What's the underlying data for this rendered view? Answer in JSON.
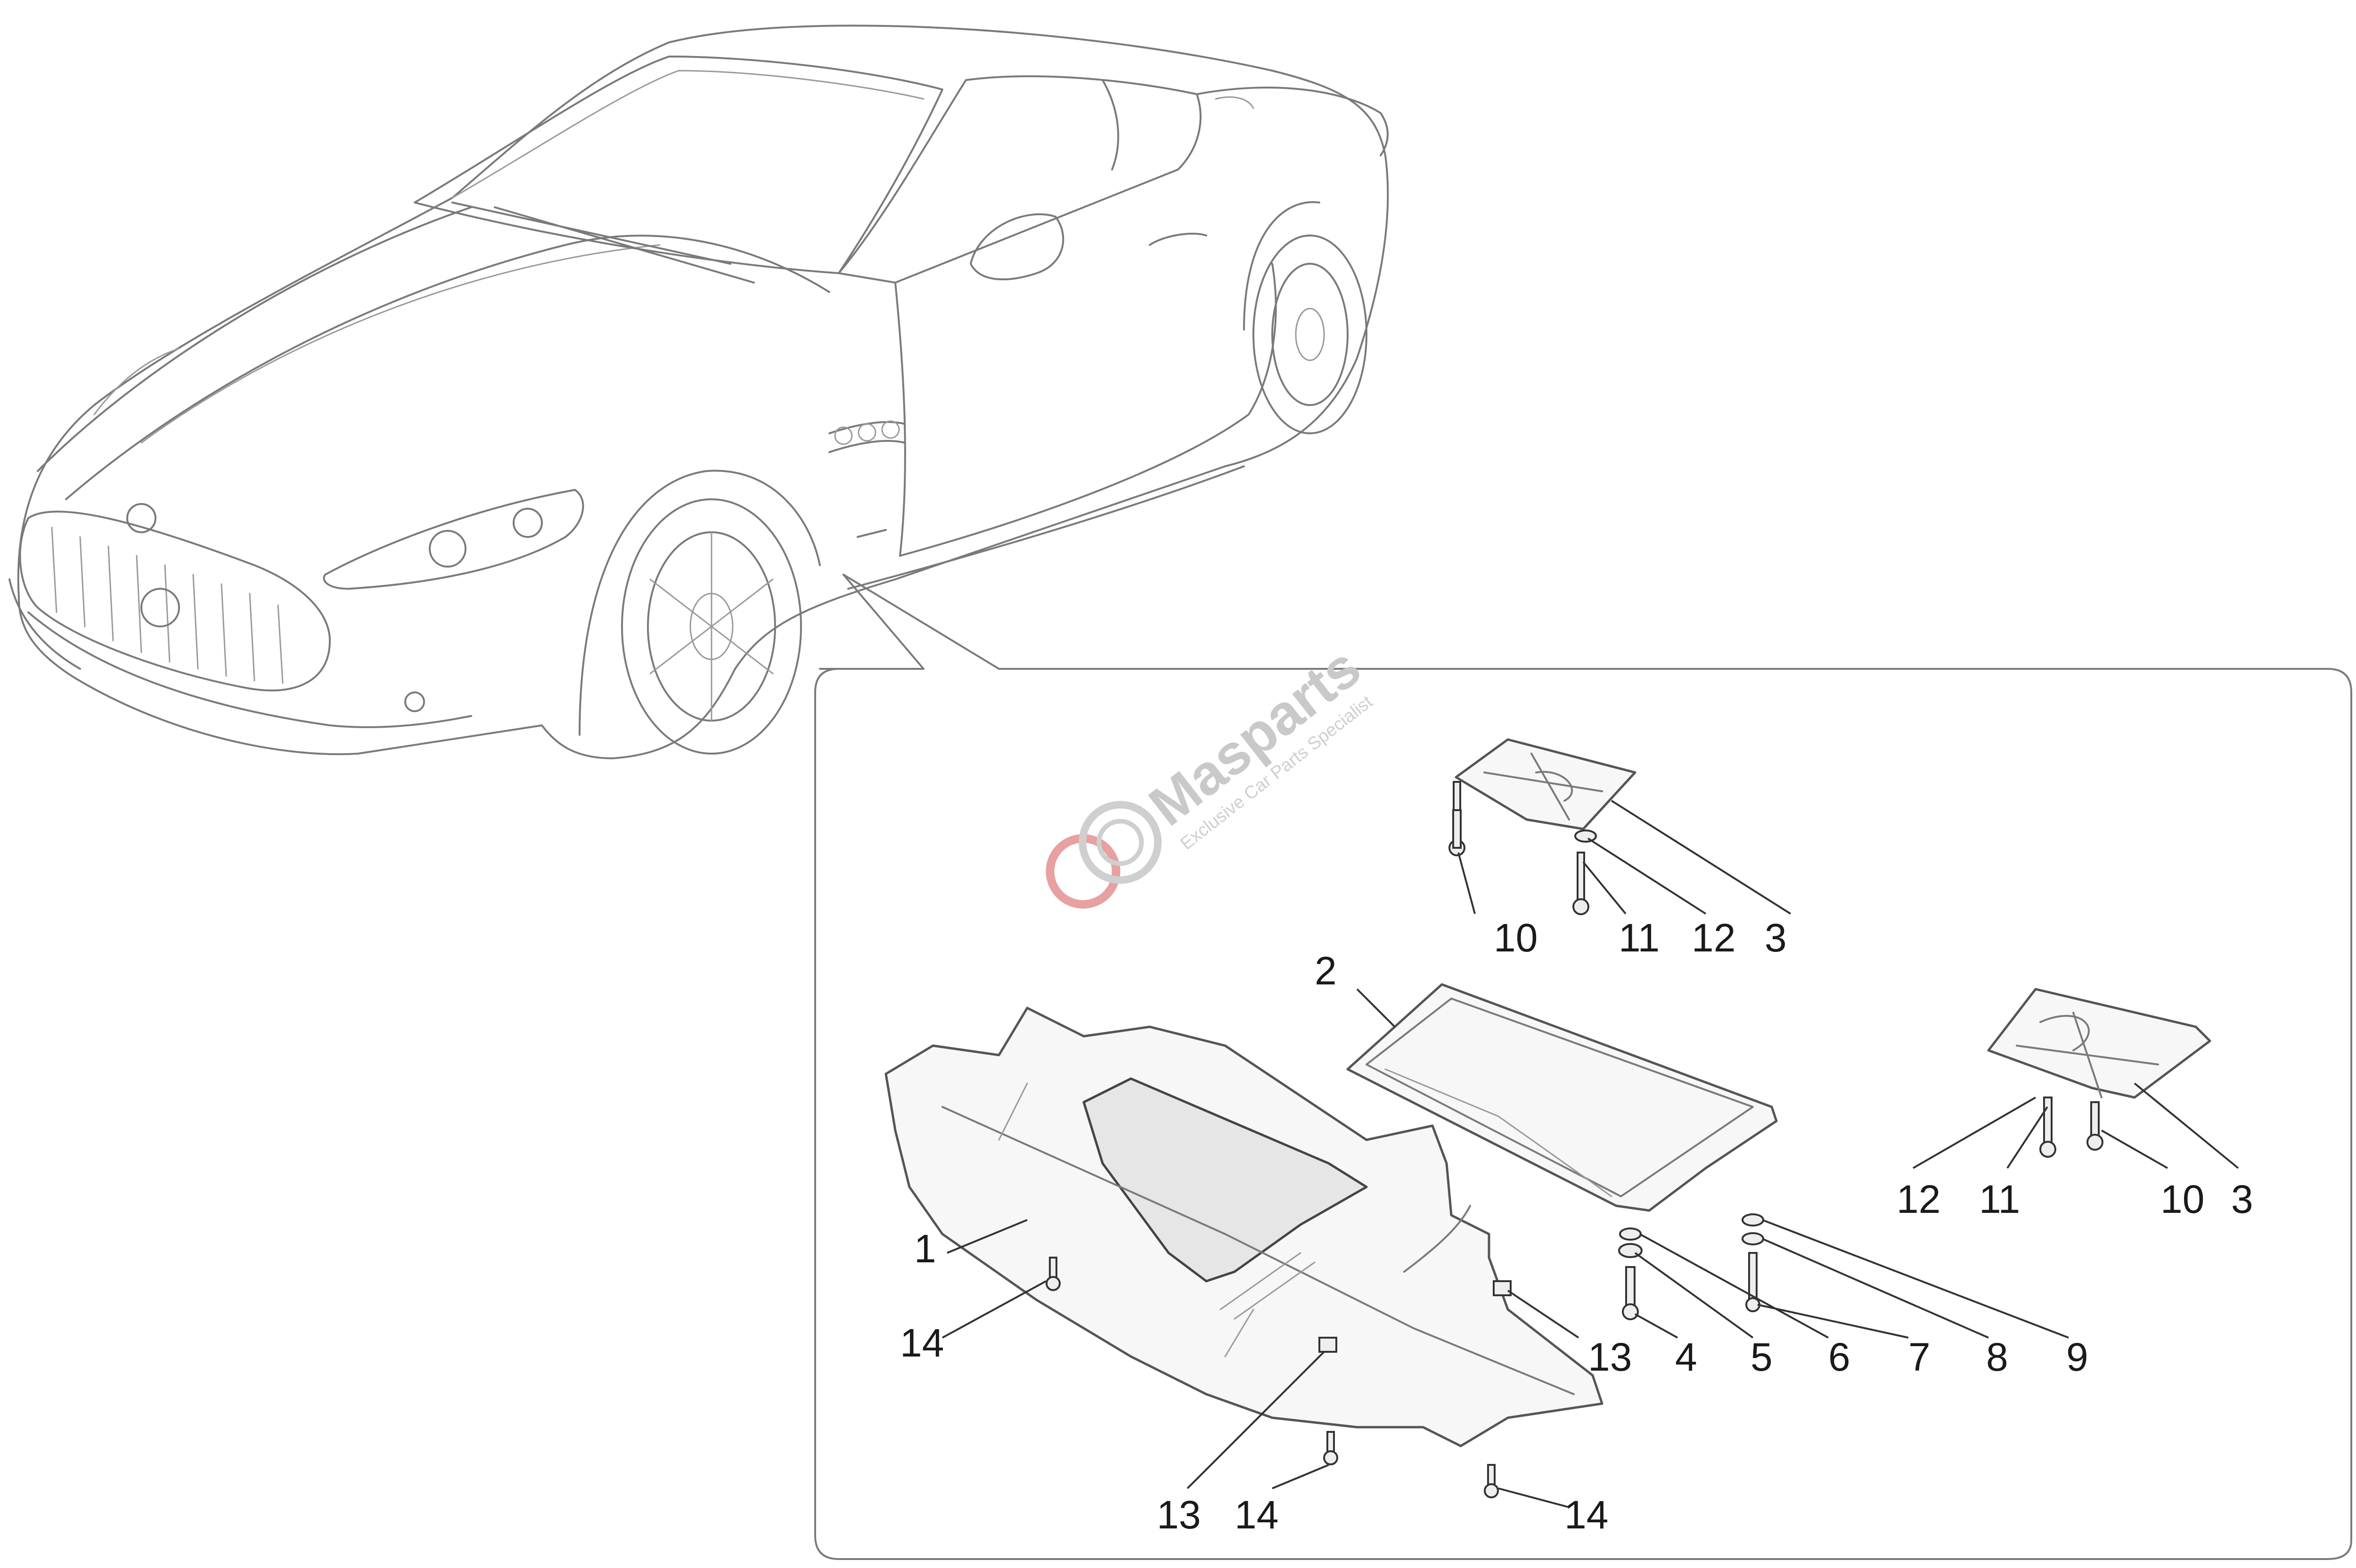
{
  "watermark": {
    "brand": "Masparts",
    "tagline": "Exclusive Car Parts Specialist"
  },
  "colors": {
    "line": "#7a7a7a",
    "callout_text": "#1a1a1a",
    "watermark_gray": "#c9c9c9",
    "watermark_red": "#e8a0a0"
  },
  "callouts": [
    "1",
    "2",
    "3",
    "3",
    "4",
    "5",
    "6",
    "7",
    "8",
    "9",
    "10",
    "10",
    "11",
    "11",
    "12",
    "12",
    "13",
    "13",
    "14",
    "14",
    "14"
  ]
}
